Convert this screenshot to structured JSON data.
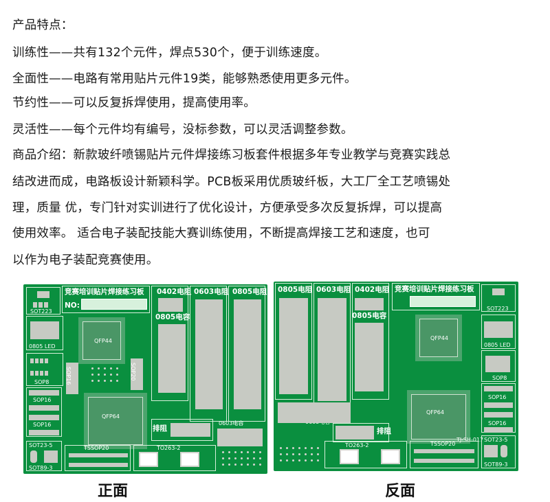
{
  "description": {
    "title": "产品特点：",
    "features": [
      "训练性——共有132个元件，焊点530个，便于训练速度。",
      "全面性——电路有常用贴片元件19类，能够熟悉使用更多元件。",
      "节约性——可以反复拆焊使用，提高使用率。",
      "灵活性——每个元件均有编号，没标参数，可以灵活调整参数。"
    ],
    "intro_lines": [
      "商品介绍：新款玻纤喷锡贴片元件焊接练习板套件根据多年专业教学与竞赛实践总",
      "结改进而成，电路板设计新颖科学。PCB板采用优质玻纤板，大工厂全工艺喷锡处",
      "理，质量   优，专门针对实训进行了优化设计，方便承受多次反复拆焊，可以提高",
      "使用效率。     适合电子装配技能大赛训练使用，不断提高焊接工艺和速度，也可",
      "以作为电子装配竞赛使用。"
    ]
  },
  "boards": {
    "front": {
      "caption": "正面",
      "title": "竞赛培训贴片焊接练习板",
      "no_label": "NO:",
      "labels": {
        "sot223": "SOT223",
        "r0805_led": "0805 LED",
        "sop8": "SOP8",
        "sop16_a": "SOP16",
        "sop16_b": "SOP16",
        "sot23_5": "SOT23-5",
        "sot89_3": "SOT89-3",
        "tssop20": "TSSOP20",
        "to263": "TO263-2",
        "r0402": "0402电阻",
        "r0603": "0603电阻",
        "r0805": "0805电阻",
        "c0805": "0805电容",
        "qfp44": "QFP44",
        "qfp64": "QFP64",
        "pai_zu": "排阻",
        "sop16_v": "SOP16",
        "sop20": "SOP20",
        "c0603": "0603电容"
      }
    },
    "back": {
      "caption": "反面",
      "title": "竞赛培训贴片焊接练习板",
      "labels": {
        "r0805": "0805电阻",
        "r0603": "0603电阻",
        "r0402": "0402电阻",
        "c0805": "0805电容",
        "sot223": "SOT223",
        "r0805_led": "0805 LED",
        "sop8": "SOP8",
        "sop16_a": "SOP16",
        "sop16_b": "SOP16",
        "sot23_5": "SOT23-5",
        "sot89_3": "SOT89-3",
        "tssop20": "TSSOP20",
        "to263": "TO263-2",
        "qfp44": "QFP44",
        "qfp64": "QFP64",
        "pai_zu": "排阻",
        "c0603": "0603电容",
        "model": "TJ-SH-017"
      }
    }
  }
}
